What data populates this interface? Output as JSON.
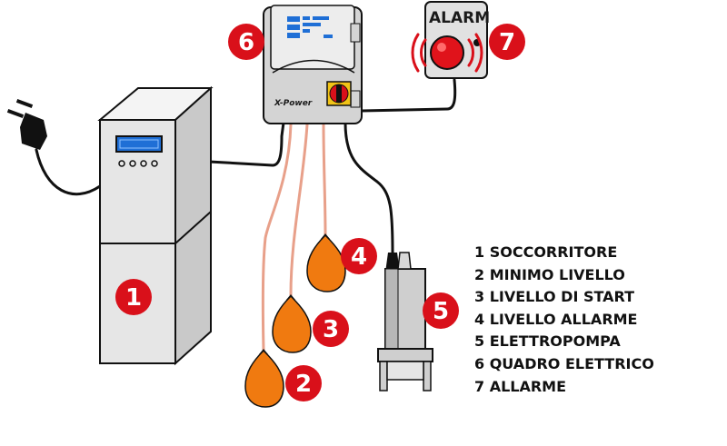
{
  "colors": {
    "callout_red": "#d9101a",
    "float_orange": "#f07a10",
    "float_wire": "#e8a08a",
    "cable": "#111111",
    "cabinet_grey": "#e6e6e6",
    "lcd_blue": "#1f6fd6",
    "alarm_light": "#e0131b"
  },
  "callouts": [
    "1",
    "2",
    "3",
    "4",
    "5",
    "6",
    "7"
  ],
  "control_panel": {
    "brand": "X-Power"
  },
  "alarm_unit": {
    "label": "ALARM"
  },
  "legend": {
    "items": [
      "1 SOCCORRITORE",
      "2 MINIMO LIVELLO",
      "3 LIVELLO DI START",
      "4 LIVELLO ALLARME",
      "5 ELETTROPOMPA",
      "6 QUADRO ELETTRICO",
      "7 ALLARME"
    ]
  }
}
